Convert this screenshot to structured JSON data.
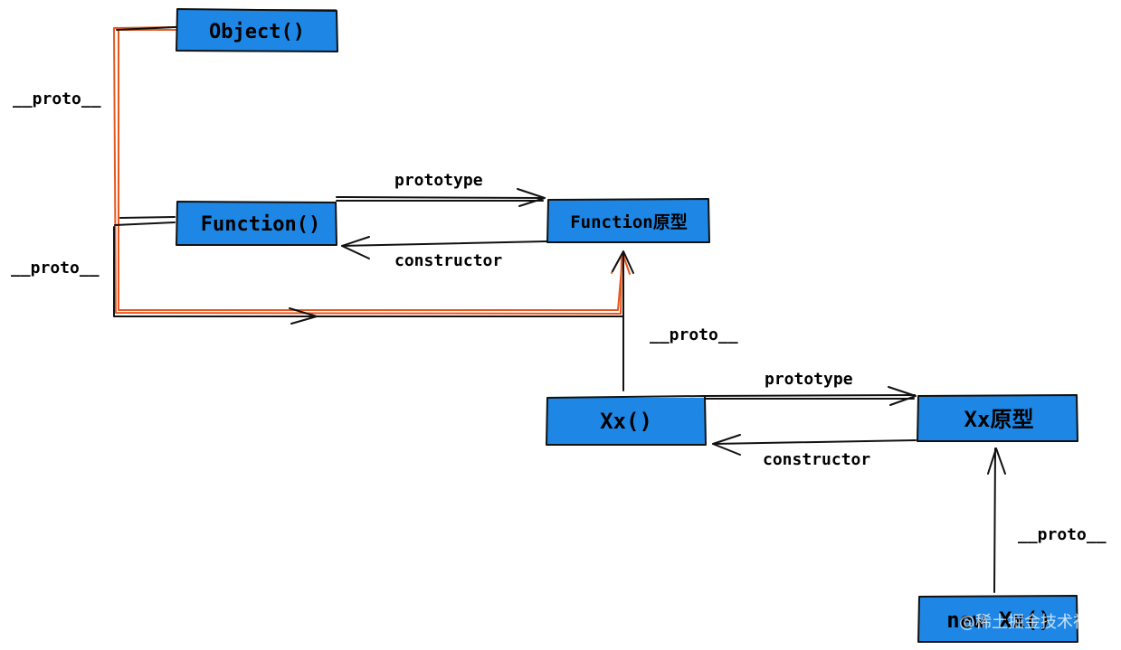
{
  "nodes": {
    "object_ctor": "Object()",
    "function_ctor": "Function()",
    "function_proto": "Function原型",
    "xx_ctor": "Xx()",
    "xx_proto": "Xx原型",
    "new_xx": "new Xx()"
  },
  "labels": {
    "proto_left_top": "__proto__",
    "proto_left_bottom": "__proto__",
    "prototype_function": "prototype",
    "constructor_function": "constructor",
    "proto_xx": "__proto__",
    "prototype_xx": "prototype",
    "constructor_xx": "constructor",
    "proto_new_xx": "__proto__"
  },
  "watermark": "@稀土掘金技术社区",
  "colors": {
    "node_fill": "#1e87e5",
    "highlight_stroke": "#e8571f",
    "line_stroke": "#111111"
  }
}
